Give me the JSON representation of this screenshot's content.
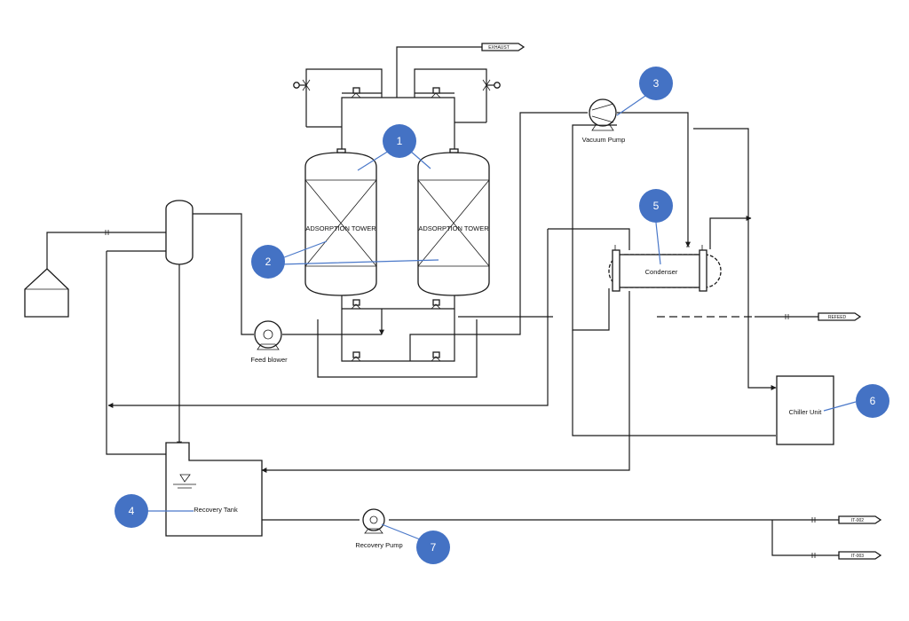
{
  "colors": {
    "callout": "#4472c4",
    "callout_line": "#4a78c9",
    "line": "#1a1a1a",
    "background": "#ffffff"
  },
  "equipment": {
    "tower_left": {
      "label": "ADSORPTION TOWER"
    },
    "tower_right": {
      "label": "ADSORPTION TOWER"
    },
    "vacuum_pump": {
      "label": "Vacuum Pump"
    },
    "feed_blower": {
      "label": "Feed blower"
    },
    "condenser": {
      "label": "Condenser"
    },
    "chiller": {
      "label": "Chiller Unit"
    },
    "recovery_tank": {
      "label": "Recovery Tank"
    },
    "recovery_pump": {
      "label": "Recovery Pump"
    }
  },
  "outlets": {
    "exhaust": "EXHAUST",
    "vent": "REFEED",
    "out_top": "IT-002",
    "out_bottom": "IT-003"
  },
  "callouts": [
    "1",
    "2",
    "3",
    "4",
    "5",
    "6",
    "7"
  ]
}
